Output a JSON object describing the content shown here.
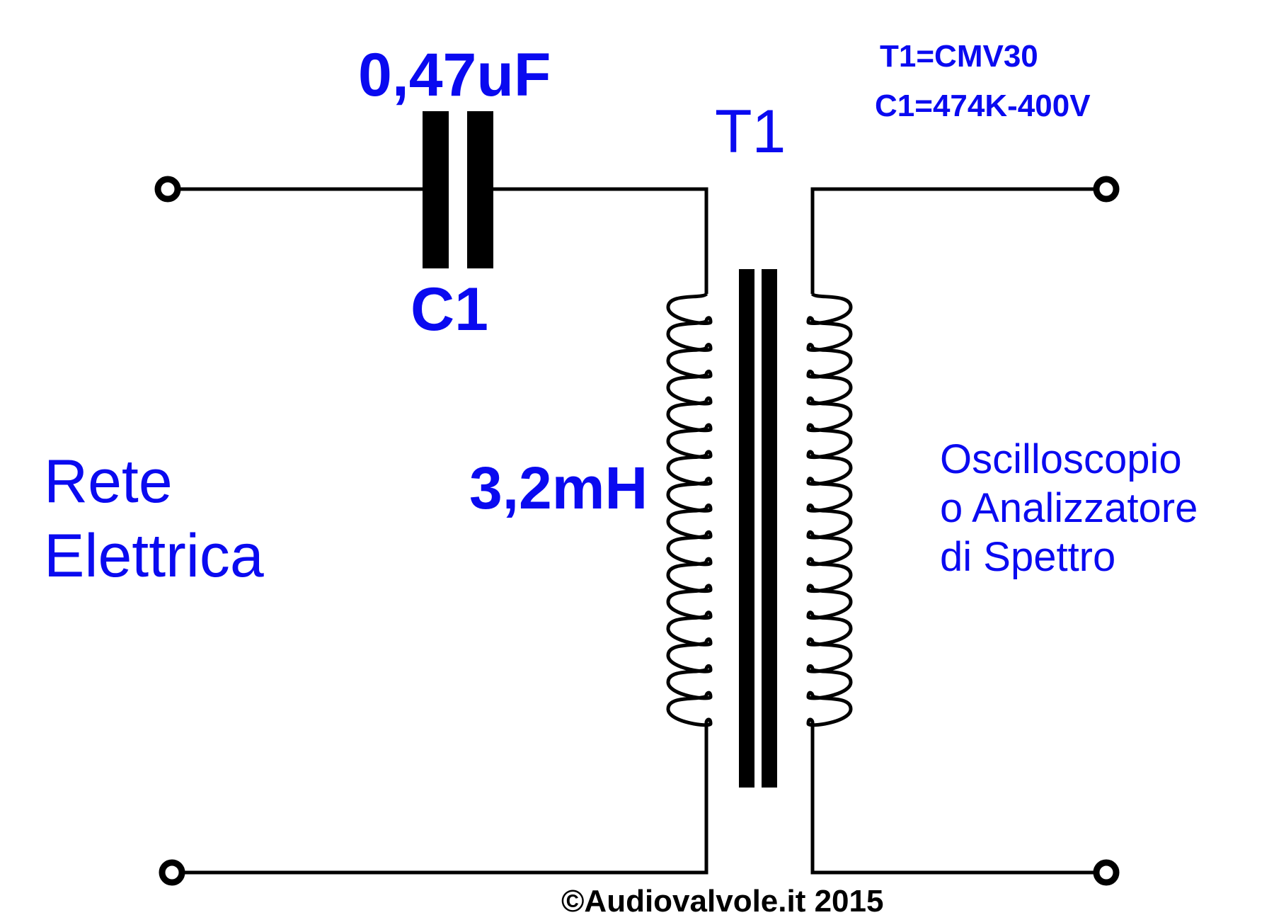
{
  "colors": {
    "label": "#0a0af0",
    "wire": "#000000",
    "background": "#ffffff"
  },
  "labels": {
    "capacitor_value": "0,47uF",
    "capacitor_ref": "C1",
    "transformer_ref": "T1",
    "inductance": "3,2mH",
    "spec_t1": "T1=CMV30",
    "spec_c1": "C1=474K-400V",
    "source_line1": "Rete",
    "source_line2": "Elettrica",
    "dest_line1": "Oscilloscopio",
    "dest_line2": "o Analizzatore",
    "dest_line3": "di Spettro",
    "copyright": "©Audiovalvole.it 2015"
  },
  "coil": {
    "turns": 16
  }
}
